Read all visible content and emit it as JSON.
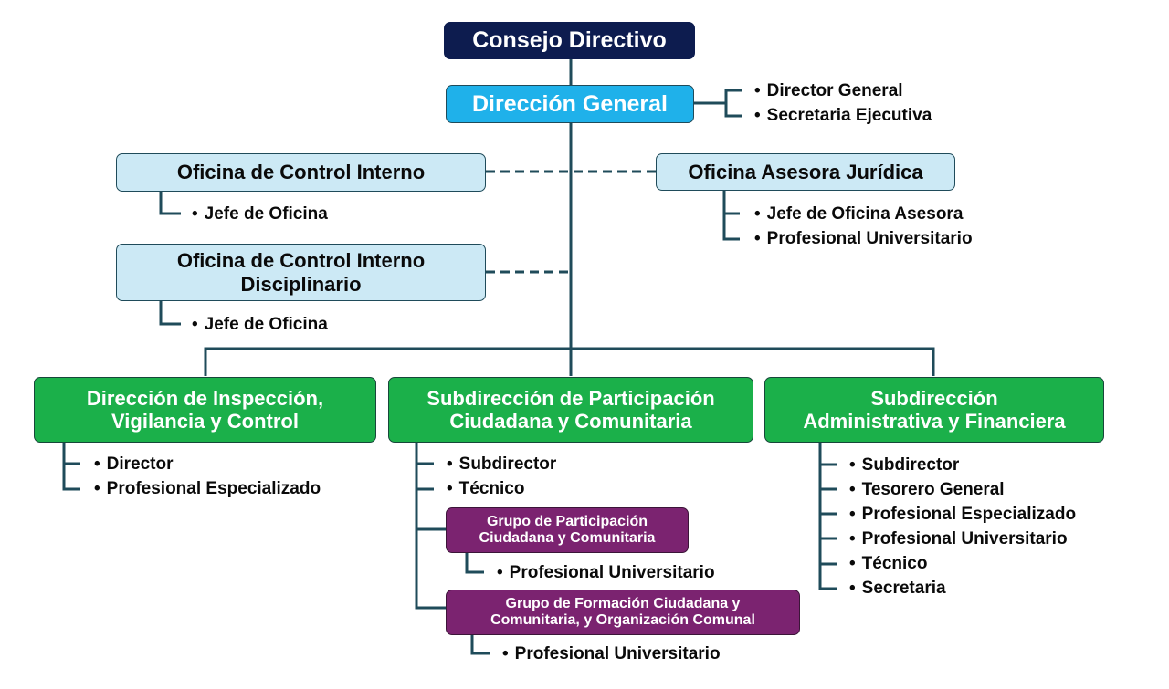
{
  "org_chart": {
    "consejo": "Consejo Directivo",
    "direccion_general": {
      "title": "Dirección General",
      "roles": [
        "Director General",
        "Secretaria Ejecutiva"
      ]
    },
    "control_interno": {
      "title": "Oficina de Control Interno",
      "roles": [
        "Jefe de Oficina"
      ]
    },
    "asesora_juridica": {
      "title": "Oficina Asesora Jurídica",
      "roles": [
        "Jefe de Oficina Asesora",
        "Profesional Universitario"
      ]
    },
    "control_disciplinario": {
      "title_line1": "Oficina de Control Interno",
      "title_line2": "Disciplinario",
      "roles": [
        "Jefe de Oficina"
      ]
    },
    "inspeccion": {
      "title_line1": "Dirección de Inspección,",
      "title_line2": "Vigilancia y Control",
      "roles": [
        "Director",
        "Profesional Especializado"
      ]
    },
    "participacion": {
      "title_line1": "Subdirección de Participación",
      "title_line2": "Ciudadana y Comunitaria",
      "roles": [
        "Subdirector",
        "Técnico"
      ],
      "grupo1": {
        "title_line1": "Grupo de Participación",
        "title_line2": "Ciudadana y Comunitaria",
        "roles": [
          "Profesional Universitario"
        ]
      },
      "grupo2": {
        "title_line1": "Grupo de Formación Ciudadana y",
        "title_line2": "Comunitaria, y Organización Comunal",
        "roles": [
          "Profesional Universitario"
        ]
      }
    },
    "administrativa": {
      "title_line1": "Subdirección",
      "title_line2": "Administrativa y Financiera",
      "roles": [
        "Subdirector",
        "Tesorero General",
        "Profesional Especializado",
        "Profesional Universitario",
        "Técnico",
        "Secretaria"
      ]
    }
  },
  "colors": {
    "navy": "#0d1c4f",
    "cyan": "#1fb1ea",
    "pale_blue": "#cce9f5",
    "green": "#1bb04a",
    "purple": "#7b2370",
    "connector": "#1f4b5a"
  }
}
